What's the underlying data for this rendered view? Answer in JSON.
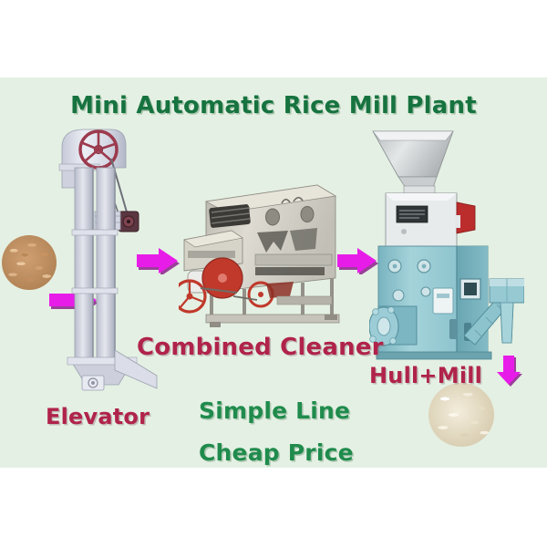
{
  "page": {
    "background_color": "#ffffff",
    "image_background_color": "#e4f0e3"
  },
  "headline": {
    "text": "Mini Automatic Rice Mill Plant",
    "color": "#16733f"
  },
  "labels": {
    "elevator": "Elevator",
    "combined_cleaner": "Combined Cleaner",
    "hull_mill": "Hull+Mill",
    "simple_line": "Simple Line",
    "cheap_price": "Cheap Price",
    "machine_label_color": "#b0234a",
    "tagline_color": "#1f8b4c"
  },
  "flow": {
    "arrow_color": "#e81ce8",
    "arrows": [
      {
        "name": "arrow-paddy-to-elevator",
        "direction": "right"
      },
      {
        "name": "arrow-elevator-to-cleaner",
        "direction": "right"
      },
      {
        "name": "arrow-cleaner-to-mill",
        "direction": "right"
      },
      {
        "name": "arrow-mill-to-rice",
        "direction": "down"
      }
    ]
  },
  "machines": [
    {
      "name": "bucket-elevator",
      "label": "Elevator",
      "body_color": "#dfe0ea",
      "wheel_color": "#9c3a4e"
    },
    {
      "name": "combined-cleaner",
      "label": "Combined Cleaner",
      "body_color": "#cfcdc3",
      "wheel_color": "#c0392b"
    },
    {
      "name": "hull-mill-unit",
      "label": "Hull+Mill",
      "body_color": "#8fc4ce",
      "hopper_color": "#d8dbdc"
    }
  ],
  "materials": [
    {
      "name": "paddy-pile",
      "description": "unhusked paddy grain"
    },
    {
      "name": "milled-rice-pile",
      "description": "white milled rice"
    }
  ]
}
